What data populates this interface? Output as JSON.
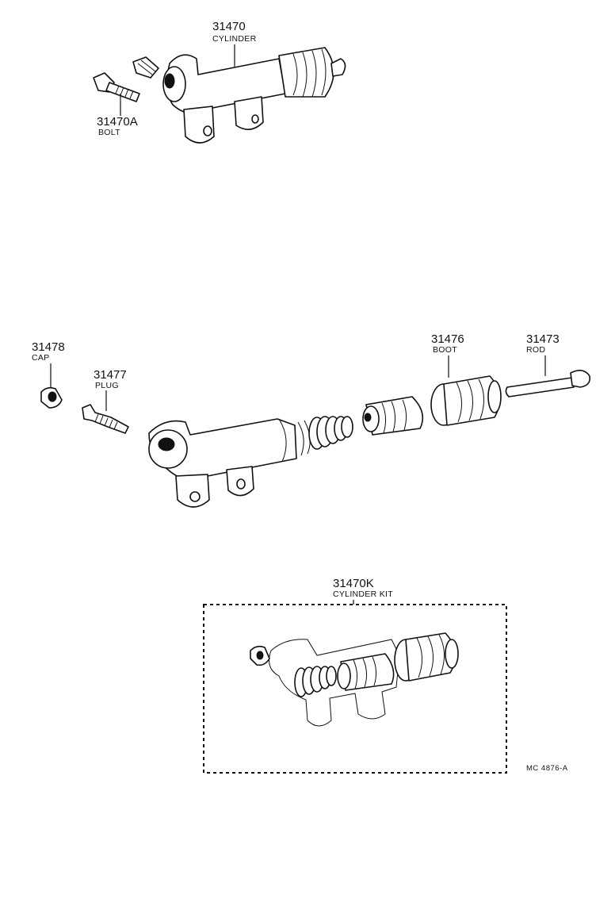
{
  "parts": {
    "cylinder": {
      "number": "31470",
      "name": "CYLINDER"
    },
    "bolt": {
      "number": "31470A",
      "name": "BOLT"
    },
    "cap": {
      "number": "31478",
      "name": "CAP"
    },
    "plug": {
      "number": "31477",
      "name": "PLUG"
    },
    "boot": {
      "number": "31476",
      "name": "BOOT"
    },
    "rod": {
      "number": "31473",
      "name": "ROD"
    },
    "kit": {
      "number": "31470K",
      "name": "CYLINDER KIT"
    }
  },
  "figure_code": "MC 4876-A"
}
